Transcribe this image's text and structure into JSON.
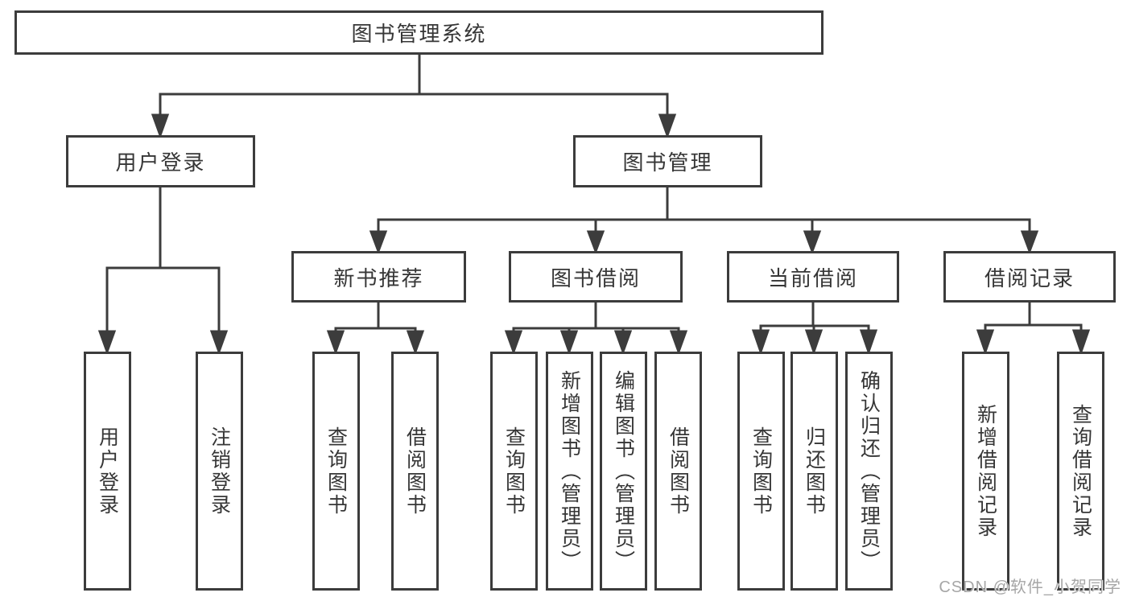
{
  "diagram": {
    "nodes": {
      "root": "图书管理系统",
      "user_login": "用户登录",
      "book_management": "图书管理",
      "new_book_recommend": "新书推荐",
      "book_borrow": "图书借阅",
      "current_borrow": "当前借阅",
      "borrow_records": "借阅记录",
      "leaf_user_login": "用户登录",
      "leaf_logout": "注销登录",
      "leaf_nb_query": "查询图书",
      "leaf_nb_borrow": "借阅图书",
      "leaf_bb_query": "查询图书",
      "leaf_bb_add": "新增图书（管理员）",
      "leaf_bb_edit": "编辑图书（管理员）",
      "leaf_bb_borrow": "借阅图书",
      "leaf_cb_query": "查询图书",
      "leaf_cb_return": "归还图书",
      "leaf_cb_confirm": "确认归还（管理员）",
      "leaf_br_add": "新增借阅记录",
      "leaf_br_query": "查询借阅记录"
    },
    "hierarchy": [
      {
        "parent": "图书管理系统",
        "children": [
          "用户登录",
          "图书管理"
        ]
      },
      {
        "parent": "用户登录",
        "children": [
          "用户登录",
          "注销登录"
        ]
      },
      {
        "parent": "图书管理",
        "children": [
          "新书推荐",
          "图书借阅",
          "当前借阅",
          "借阅记录"
        ]
      },
      {
        "parent": "新书推荐",
        "children": [
          "查询图书",
          "借阅图书"
        ]
      },
      {
        "parent": "图书借阅",
        "children": [
          "查询图书",
          "新增图书（管理员）",
          "编辑图书（管理员）",
          "借阅图书"
        ]
      },
      {
        "parent": "当前借阅",
        "children": [
          "查询图书",
          "归还图书",
          "确认归还（管理员）"
        ]
      },
      {
        "parent": "借阅记录",
        "children": [
          "新增借阅记录",
          "查询借阅记录"
        ]
      }
    ],
    "watermark": "CSDN @软件_小贺同学",
    "colors": {
      "line": "#3c3c3c",
      "text": "#363636",
      "watermark": "#a6a6a6",
      "background": "#ffffff"
    }
  }
}
